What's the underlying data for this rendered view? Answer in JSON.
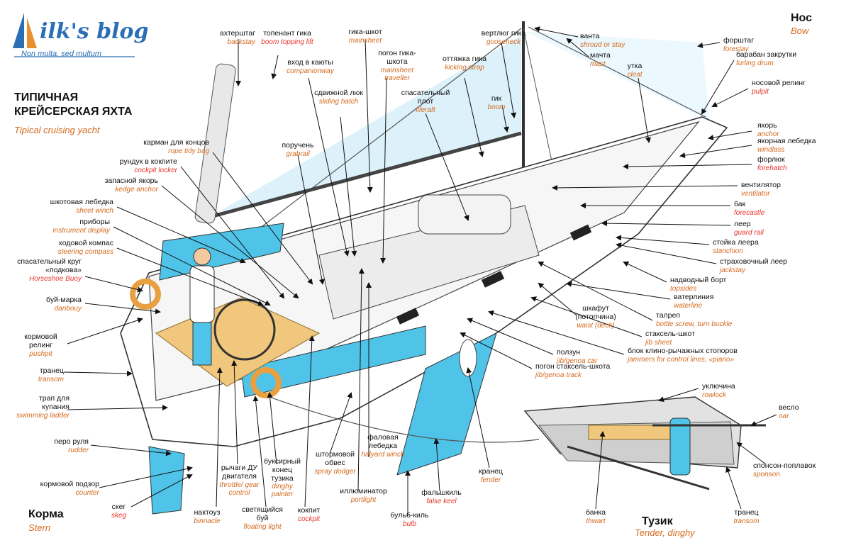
{
  "logo": {
    "title": "ilk's blog",
    "subtitle": "Non multa, sed multum"
  },
  "heading": {
    "ru_line1": "ТИПИЧНАЯ",
    "ru_line2": "КРЕЙСЕРСКАЯ ЯХТА",
    "en": "Tipical cruising yacht"
  },
  "bow": {
    "ru": "Нос",
    "en": "Bow"
  },
  "stern": {
    "ru": "Корма",
    "en": "Stern"
  },
  "tender": {
    "ru": "Тузик",
    "en": "Tender, dinghy"
  },
  "labels": [
    {
      "id": "backstay",
      "ru": "ахтерштаг",
      "en": "backstay"
    },
    {
      "id": "boom-topping-lift",
      "ru": "топенант гика",
      "en": "boom topping lift",
      "red": true
    },
    {
      "id": "mainsheet",
      "ru": "гика-шкот",
      "en": "mainsheet"
    },
    {
      "id": "gooseneck",
      "ru": "вертлюг гика",
      "en": "gooseneck"
    },
    {
      "id": "shroud",
      "ru": "ванта",
      "en": "shroud or stay"
    },
    {
      "id": "mast",
      "ru": "мачта",
      "en": "mast"
    },
    {
      "id": "forestay",
      "ru": "форштаг",
      "en": "forestay"
    },
    {
      "id": "furling-drum",
      "ru": "барабан закрутки",
      "en": "furling drum"
    },
    {
      "id": "companionway",
      "ru": "вход в каюты",
      "en": "companionway"
    },
    {
      "id": "mainsheet-traveller",
      "ru": "погон гика-шкота",
      "en": "mainsheet traveller"
    },
    {
      "id": "kicking-strap",
      "ru": "оттяжка гика",
      "en": "kicking strap"
    },
    {
      "id": "cleat",
      "ru": "утка",
      "en": "cleat"
    },
    {
      "id": "pulpit",
      "ru": "носовой релинг",
      "en": "pulpit",
      "red": true
    },
    {
      "id": "sliding-hatch",
      "ru": "сдвижной люк",
      "en": "sliding hatch"
    },
    {
      "id": "liferaft",
      "ru": "спасательный плот",
      "en": "liferaft"
    },
    {
      "id": "boom",
      "ru": "гик",
      "en": "boom"
    },
    {
      "id": "anchor",
      "ru": "якорь",
      "en": "anchor"
    },
    {
      "id": "windlass",
      "ru": "якорная лебедка",
      "en": "windlass"
    },
    {
      "id": "forehatch",
      "ru": "форлюк",
      "en": "forehatch",
      "red": true
    },
    {
      "id": "rope-tidy-bag",
      "ru": "карман для концов",
      "en": "rope tidy bag"
    },
    {
      "id": "grabrail",
      "ru": "поручень",
      "en": "grabrail"
    },
    {
      "id": "cockpit-locker",
      "ru": "рундук в кокпите",
      "en": "cockpit locker",
      "red": true
    },
    {
      "id": "kedge-anchor",
      "ru": "запасной якорь",
      "en": "kedge anchor"
    },
    {
      "id": "ventilator",
      "ru": "вентилятор",
      "en": "ventilator"
    },
    {
      "id": "forecastle",
      "ru": "бак",
      "en": "forecastle",
      "red": true
    },
    {
      "id": "sheet-winch",
      "ru": "шкотовая лебедка",
      "en": "sheet winch"
    },
    {
      "id": "instrument-display",
      "ru": "приборы",
      "en": "instrument display"
    },
    {
      "id": "guard-rail",
      "ru": "леер",
      "en": "guard rail",
      "red": true
    },
    {
      "id": "steering-compass",
      "ru": "ходовой компас",
      "en": "steering compass"
    },
    {
      "id": "stanchion",
      "ru": "стойка леера",
      "en": "stanchion"
    },
    {
      "id": "horseshoe-buoy",
      "ru": "спасательный круг «подкова»",
      "en": "Horseshoe Buoy",
      "red": true
    },
    {
      "id": "jackstay",
      "ru": "страховочный леер",
      "en": "jackstay"
    },
    {
      "id": "topsides",
      "ru": "надводный борт",
      "en": "topsides"
    },
    {
      "id": "danbouy",
      "ru": "буй-марка",
      "en": "danbouy"
    },
    {
      "id": "waterline",
      "ru": "ватерлиния",
      "en": "waterline"
    },
    {
      "id": "waist",
      "ru": "шкафут (потопчина)",
      "en": "waist (deck)"
    },
    {
      "id": "bottle-screw",
      "ru": "талреп",
      "en": "bottle screw, turn buckle"
    },
    {
      "id": "pushpit",
      "ru": "кормовой релинг",
      "en": "pushpit"
    },
    {
      "id": "jib-sheet",
      "ru": "стаксель-шкот",
      "en": "jib sheet"
    },
    {
      "id": "jammers",
      "ru": "блок клино-рычажных стопоров",
      "en": "jammers for control lines, «piano»"
    },
    {
      "id": "jib-car",
      "ru": "ползун",
      "en": "jib/genoa car"
    },
    {
      "id": "transom",
      "ru": "транец",
      "en": "transom"
    },
    {
      "id": "jib-track",
      "ru": "погон стаксель-шкота",
      "en": "jib/genoa track"
    },
    {
      "id": "rowlock",
      "ru": "уключина",
      "en": "rowlock"
    },
    {
      "id": "swimming-ladder",
      "ru": "трап для купания",
      "en": "swimming ladder"
    },
    {
      "id": "oar",
      "ru": "весло",
      "en": "oar"
    },
    {
      "id": "rudder",
      "ru": "перо руля",
      "en": "rudder"
    },
    {
      "id": "spray-dodger",
      "ru": "штормовой обвес",
      "en": "spray dodger"
    },
    {
      "id": "halyard-winch",
      "ru": "фаловая лебедка",
      "en": "halyard winch"
    },
    {
      "id": "throttle",
      "ru": "рычаги ДУ двигателя",
      "en": "throttle/ gear control"
    },
    {
      "id": "dinghy-painter",
      "ru": "буксирный конец тузика",
      "en": "dinghy painter"
    },
    {
      "id": "sponson",
      "ru": "спонсон-поплавок",
      "en": "sponson"
    },
    {
      "id": "counter",
      "ru": "кормовой подзор",
      "en": "counter"
    },
    {
      "id": "fender",
      "ru": "кранец",
      "en": "fender"
    },
    {
      "id": "portlight",
      "ru": "иллюминатор",
      "en": "portlight"
    },
    {
      "id": "false-keel",
      "ru": "фальшкиль",
      "en": "false keel",
      "red": true
    },
    {
      "id": "skeg",
      "ru": "скег",
      "en": "skeg"
    },
    {
      "id": "binnacle",
      "ru": "нактоуз",
      "en": "binnacle"
    },
    {
      "id": "floating-light",
      "ru": "светящийся буй",
      "en": "floating light"
    },
    {
      "id": "cockpit",
      "ru": "кокпит",
      "en": "cockpit",
      "red": true
    },
    {
      "id": "bulb",
      "ru": "бульб-киль",
      "en": "bulb",
      "red": true
    },
    {
      "id": "thwart",
      "ru": "банка",
      "en": "thwart"
    },
    {
      "id": "tender-transom",
      "ru": "транец",
      "en": "transom"
    }
  ],
  "colors": {
    "accent_en": "#d46a1e",
    "accent_red": "#e8342c",
    "hull_blue": "#4fc3e8",
    "sail_blue": "#d8f0fa",
    "wood": "#f0c77d",
    "logo_blue": "#2a6fb5",
    "ink": "#111111"
  }
}
